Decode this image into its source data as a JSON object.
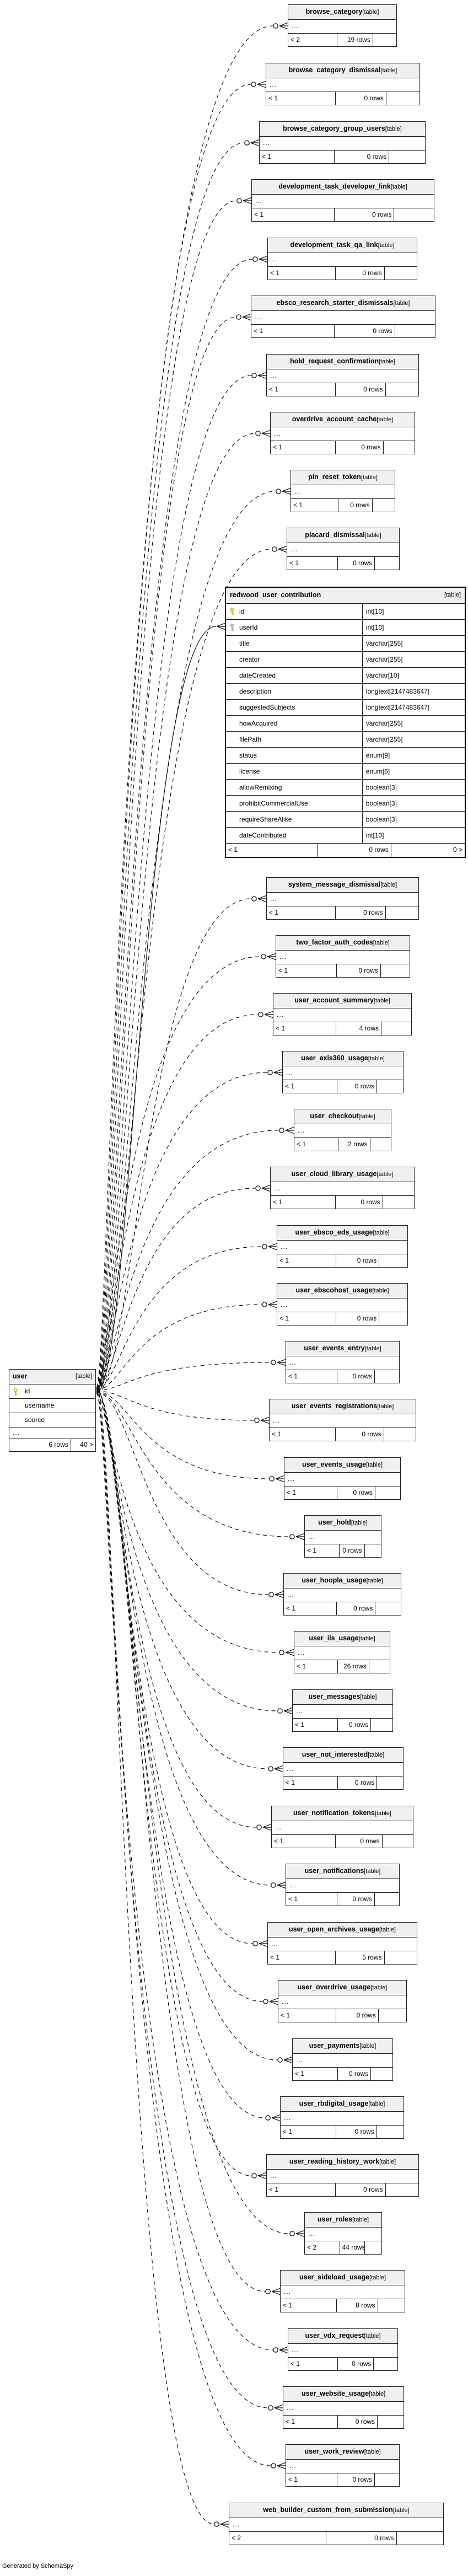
{
  "diagram": {
    "generator_note": "Generated by SchemaSpy",
    "colors": {
      "primary_key": "#b9b900",
      "foreign_key": "#9e9e9e",
      "header_bg": "#f0f0f0",
      "border": "#1f1f1f",
      "line": "#000000"
    }
  },
  "labels": {
    "suffix": "[table]",
    "ellipsis": "..."
  },
  "user_table": {
    "name": "user",
    "columns": [
      {
        "name": "id",
        "key": "primary"
      },
      {
        "name": "username",
        "key": ""
      },
      {
        "name": "source",
        "key": ""
      }
    ],
    "rows": "6 rows",
    "out_degree": "40 >"
  },
  "focus_table": {
    "name": "redwood_user_contribution",
    "degree": "< 1",
    "rows": "0 rows",
    "out_degree": "0 >",
    "columns": [
      {
        "name": "id",
        "type": "int[10]",
        "key": "primary"
      },
      {
        "name": "userId",
        "type": "int[10]",
        "key": "foreign"
      },
      {
        "name": "title",
        "type": "varchar[255]",
        "key": ""
      },
      {
        "name": "creator",
        "type": "varchar[255]",
        "key": ""
      },
      {
        "name": "dateCreated",
        "type": "varchar[10]",
        "key": ""
      },
      {
        "name": "description",
        "type": "longtext[2147483647]",
        "key": ""
      },
      {
        "name": "suggestedSubjects",
        "type": "longtext[2147483647]",
        "key": ""
      },
      {
        "name": "howAcquired",
        "type": "varchar[255]",
        "key": ""
      },
      {
        "name": "filePath",
        "type": "varchar[255]",
        "key": ""
      },
      {
        "name": "status",
        "type": "enum[9]",
        "key": ""
      },
      {
        "name": "license",
        "type": "enum[6]",
        "key": ""
      },
      {
        "name": "allowRemixing",
        "type": "boolean[3]",
        "key": ""
      },
      {
        "name": "prohibitCommercialUse",
        "type": "boolean[3]",
        "key": ""
      },
      {
        "name": "requireShareAlike",
        "type": "boolean[3]",
        "key": ""
      },
      {
        "name": "dateContributed",
        "type": "int[10]",
        "key": ""
      }
    ]
  },
  "tables": [
    {
      "name": "browse_category",
      "degree": "< 2",
      "rows": "19 rows"
    },
    {
      "name": "browse_category_dismissal",
      "degree": "< 1",
      "rows": "0 rows"
    },
    {
      "name": "browse_category_group_users",
      "degree": "< 1",
      "rows": "0 rows"
    },
    {
      "name": "development_task_developer_link",
      "degree": "< 1",
      "rows": "0 rows"
    },
    {
      "name": "development_task_qa_link",
      "degree": "< 1",
      "rows": "0 rows"
    },
    {
      "name": "ebsco_research_starter_dismissals",
      "degree": "< 1",
      "rows": "0 rows"
    },
    {
      "name": "hold_request_confirmation",
      "degree": "< 1",
      "rows": "0 rows"
    },
    {
      "name": "overdrive_account_cache",
      "degree": "< 1",
      "rows": "0 rows"
    },
    {
      "name": "pin_reset_token",
      "degree": "< 1",
      "rows": "0 rows"
    },
    {
      "name": "placard_dismissal",
      "degree": "< 1",
      "rows": "0 rows"
    },
    {
      "name": "system_message_dismissal",
      "degree": "< 1",
      "rows": "0 rows"
    },
    {
      "name": "two_factor_auth_codes",
      "degree": "< 1",
      "rows": "0 rows"
    },
    {
      "name": "user_account_summary",
      "degree": "< 1",
      "rows": "4 rows"
    },
    {
      "name": "user_axis360_usage",
      "degree": "< 1",
      "rows": "0 rows"
    },
    {
      "name": "user_checkout",
      "degree": "< 1",
      "rows": "2 rows"
    },
    {
      "name": "user_cloud_library_usage",
      "degree": "< 1",
      "rows": "0 rows"
    },
    {
      "name": "user_ebsco_eds_usage",
      "degree": "< 1",
      "rows": "0 rows"
    },
    {
      "name": "user_ebscohost_usage",
      "degree": "< 1",
      "rows": "0 rows"
    },
    {
      "name": "user_events_entry",
      "degree": "< 1",
      "rows": "0 rows"
    },
    {
      "name": "user_events_registrations",
      "degree": "< 1",
      "rows": "0 rows"
    },
    {
      "name": "user_events_usage",
      "degree": "< 1",
      "rows": "0 rows"
    },
    {
      "name": "user_hold",
      "degree": "< 1",
      "rows": "0 rows"
    },
    {
      "name": "user_hoopla_usage",
      "degree": "< 1",
      "rows": "0 rows"
    },
    {
      "name": "user_ils_usage",
      "degree": "< 1",
      "rows": "26 rows"
    },
    {
      "name": "user_messages",
      "degree": "< 1",
      "rows": "0 rows"
    },
    {
      "name": "user_not_interested",
      "degree": "< 1",
      "rows": "0 rows"
    },
    {
      "name": "user_notification_tokens",
      "degree": "< 1",
      "rows": "0 rows"
    },
    {
      "name": "user_notifications",
      "degree": "< 1",
      "rows": "0 rows"
    },
    {
      "name": "user_open_archives_usage",
      "degree": "< 1",
      "rows": "5 rows"
    },
    {
      "name": "user_overdrive_usage",
      "degree": "< 1",
      "rows": "0 rows"
    },
    {
      "name": "user_payments",
      "degree": "< 1",
      "rows": "0 rows"
    },
    {
      "name": "user_rbdigital_usage",
      "degree": "< 1",
      "rows": "0 rows"
    },
    {
      "name": "user_reading_history_work",
      "degree": "< 1",
      "rows": "0 rows"
    },
    {
      "name": "user_roles",
      "degree": "< 2",
      "rows": "44 rows"
    },
    {
      "name": "user_sideload_usage",
      "degree": "< 1",
      "rows": "8 rows"
    },
    {
      "name": "user_vdx_request",
      "degree": "< 1",
      "rows": "0 rows"
    },
    {
      "name": "user_website_usage",
      "degree": "< 1",
      "rows": "0 rows"
    },
    {
      "name": "user_work_review",
      "degree": "< 1",
      "rows": "0 rows"
    },
    {
      "name": "web_builder_custom_from_submission",
      "degree": "< 2",
      "rows": "0 rows"
    }
  ]
}
